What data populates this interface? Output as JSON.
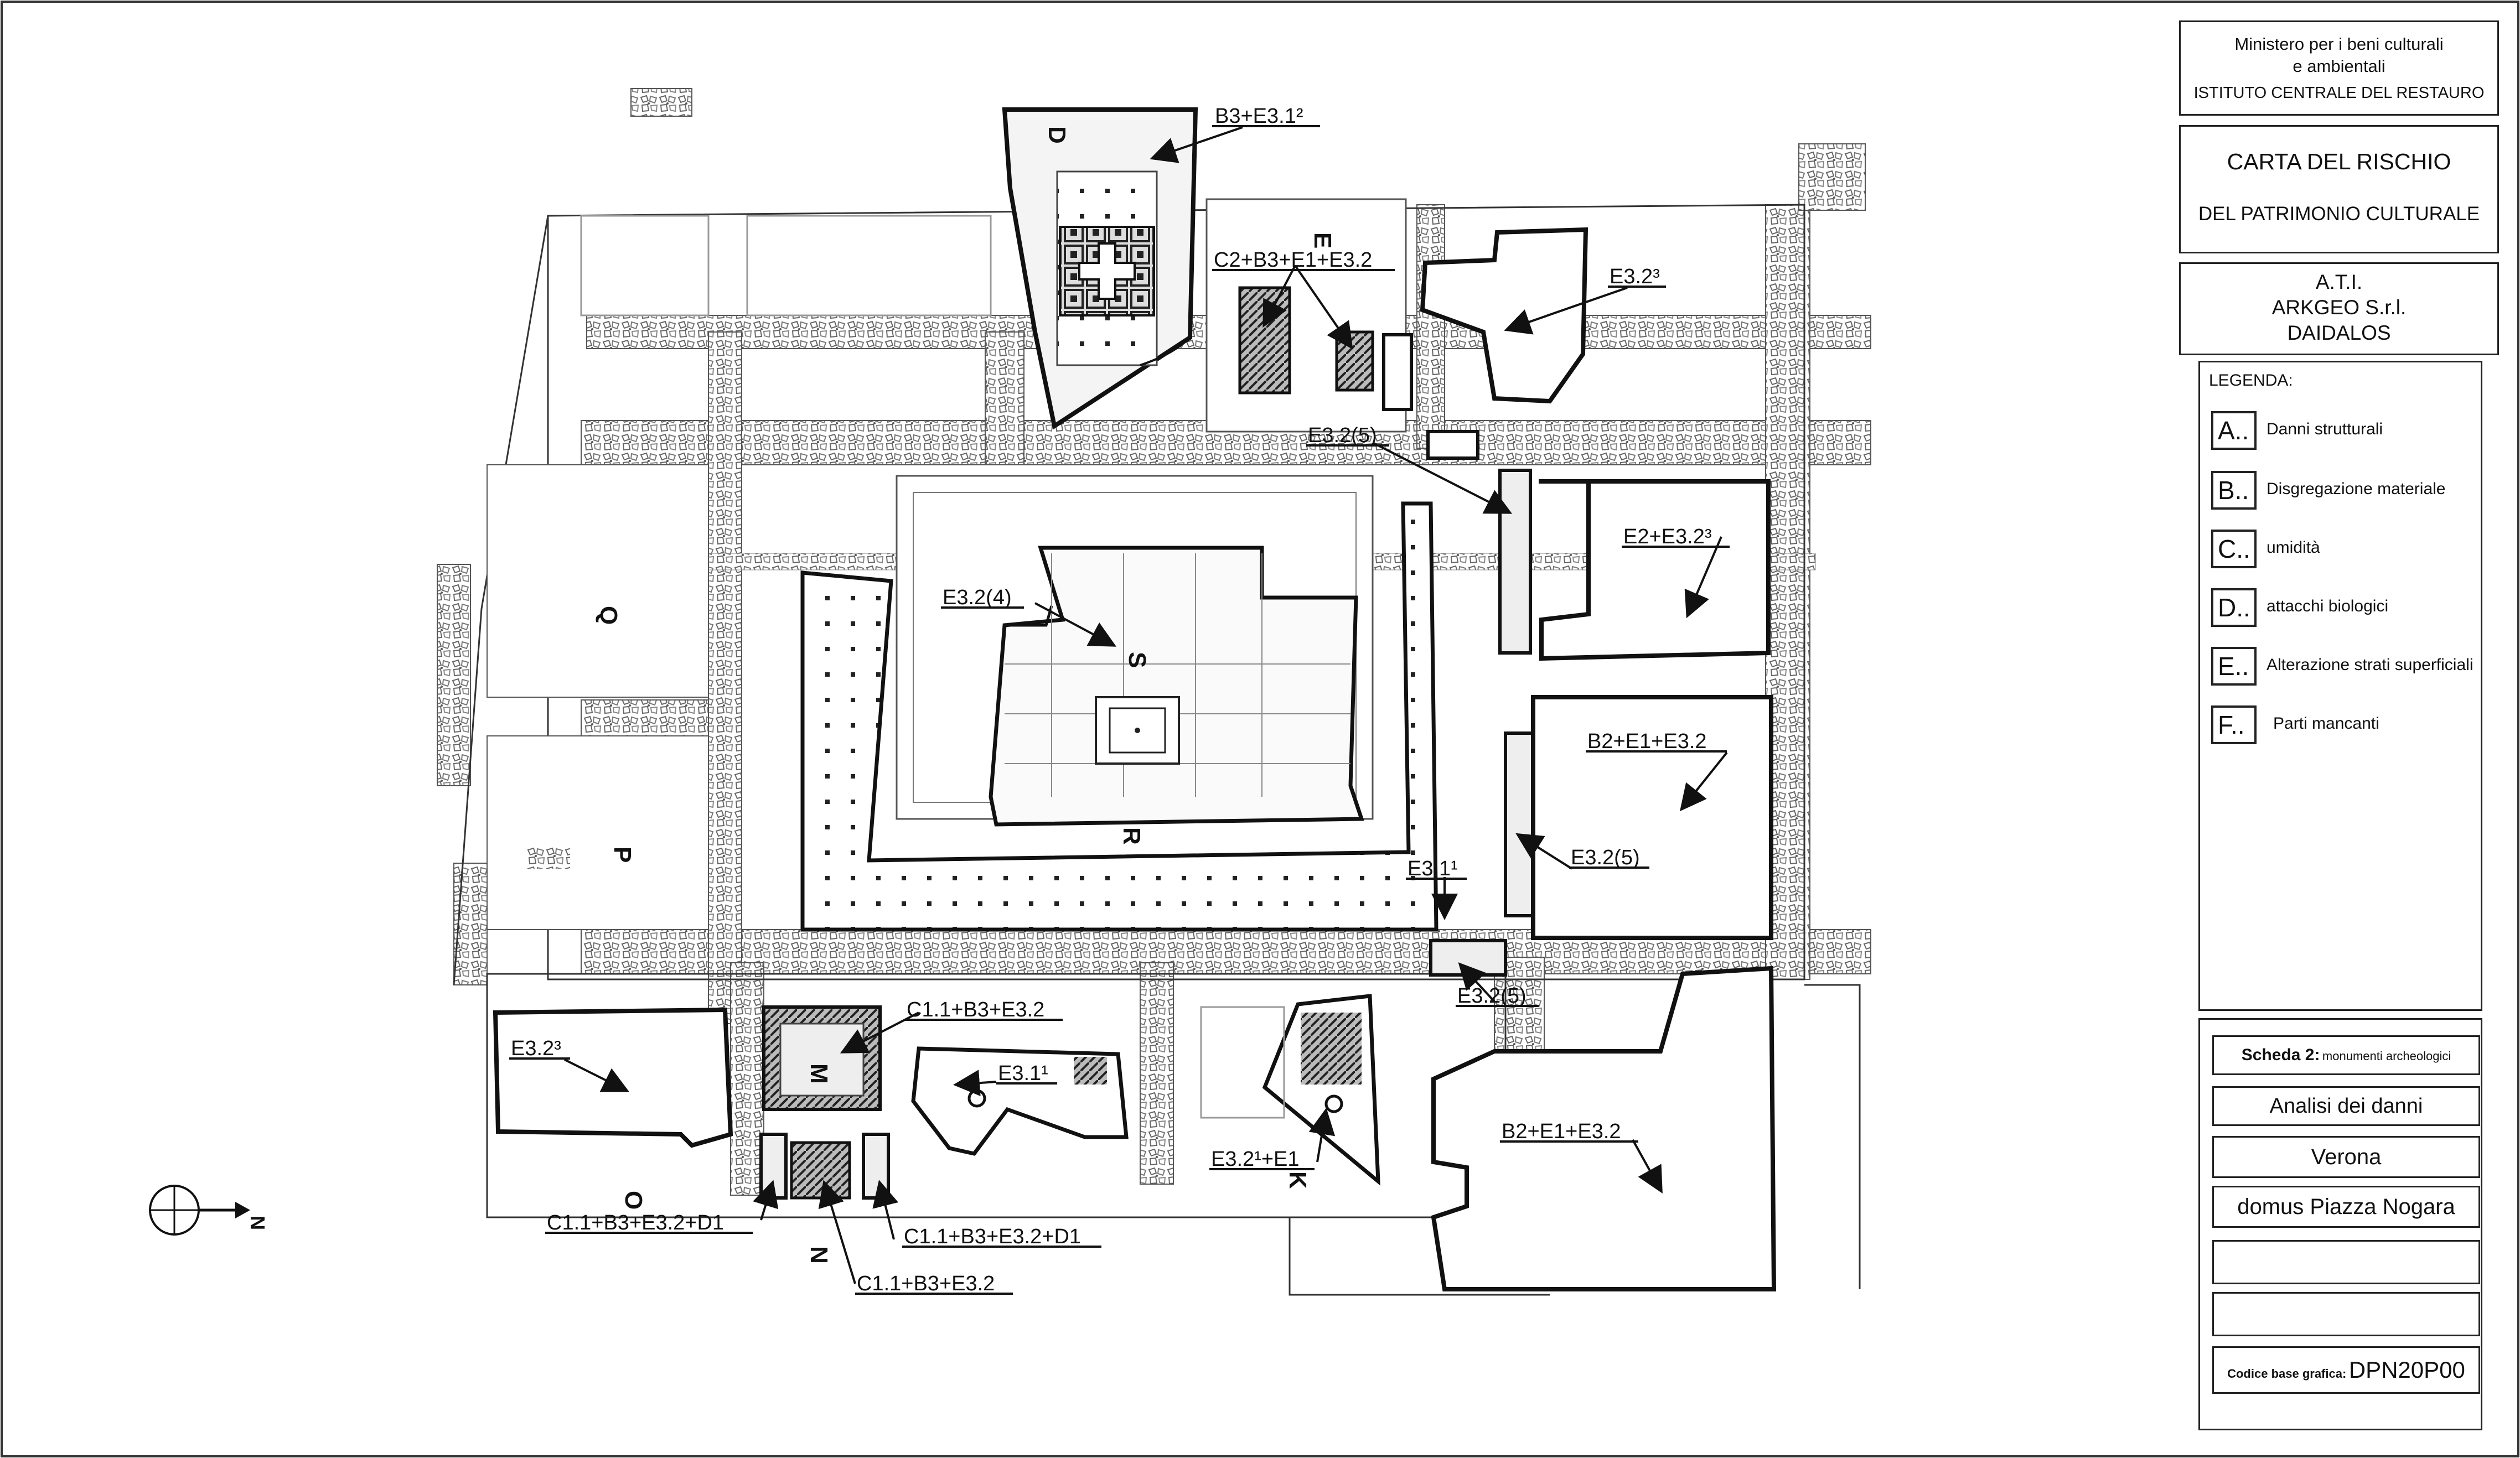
{
  "labels": {
    "b3_e31": "B3+E3.1²",
    "c2_b3_e1_e32": "C2+B3+E1+E3.2",
    "e32_top": "E3.2³",
    "e32_5_top": "E3.2(5)",
    "e32_4": "E3.2(4)",
    "e2_e32": "E2+E3.2³",
    "b2_e1_e32_mid": "B2+E1+E3.2",
    "e32_5_mid": "E3.2(5)",
    "e31_mid": "E3.1¹",
    "e32_5_bot": "E3.2(5)",
    "e32_left": "E3.2³",
    "c11_b3_e32_m": "C1.1+B3+E3.2",
    "e31_low": "E3.1¹",
    "e32_e1": "E3.2¹+E1",
    "b2_e1_e32_bot": "B2+E1+E3.2",
    "c11_d1_left": "C1.1+B3+E3.2+D1",
    "c11_d1_right": "C1.1+B3+E3.2+D1",
    "c11_b3_e32_n": "C1.1+B3+E3.2"
  },
  "rooms": {
    "D": "D",
    "E": "E",
    "Q": "Q",
    "P": "P",
    "S": "S",
    "R": "R",
    "M": "M",
    "K": "K",
    "N": "N",
    "O": "O"
  },
  "north_label": "N",
  "header": {
    "line1": "Ministero per i beni culturali",
    "line2": "e ambientali",
    "line3": "ISTITUTO CENTRALE DEL RESTAURO"
  },
  "title": {
    "line1": "CARTA DEL RISCHIO",
    "line2": "DEL PATRIMONIO CULTURALE"
  },
  "company": {
    "line1": "A.T.I.",
    "line2": "ARKGEO S.r.l.",
    "line3": "DAIDALOS"
  },
  "legend": {
    "title": "LEGENDA:",
    "items": [
      {
        "code": "A..",
        "text": "Danni strutturali"
      },
      {
        "code": "B..",
        "text": "Disgregazione materiale"
      },
      {
        "code": "C..",
        "text": "umidità"
      },
      {
        "code": "D..",
        "text": "attacchi biologici"
      },
      {
        "code": "E..",
        "text": "Alterazione strati superficiali"
      },
      {
        "code": "F..",
        "text": "Parti mancanti"
      }
    ]
  },
  "sheet": {
    "scheda_label": "Scheda 2:",
    "scheda_value": "monumenti archeologici",
    "analysis": "Analisi dei danni",
    "city": "Verona",
    "site": "domus Piazza Nogara",
    "empty1": "",
    "empty2": "",
    "code_label": "Codice base grafica:",
    "code_value": "DPN20P00"
  }
}
